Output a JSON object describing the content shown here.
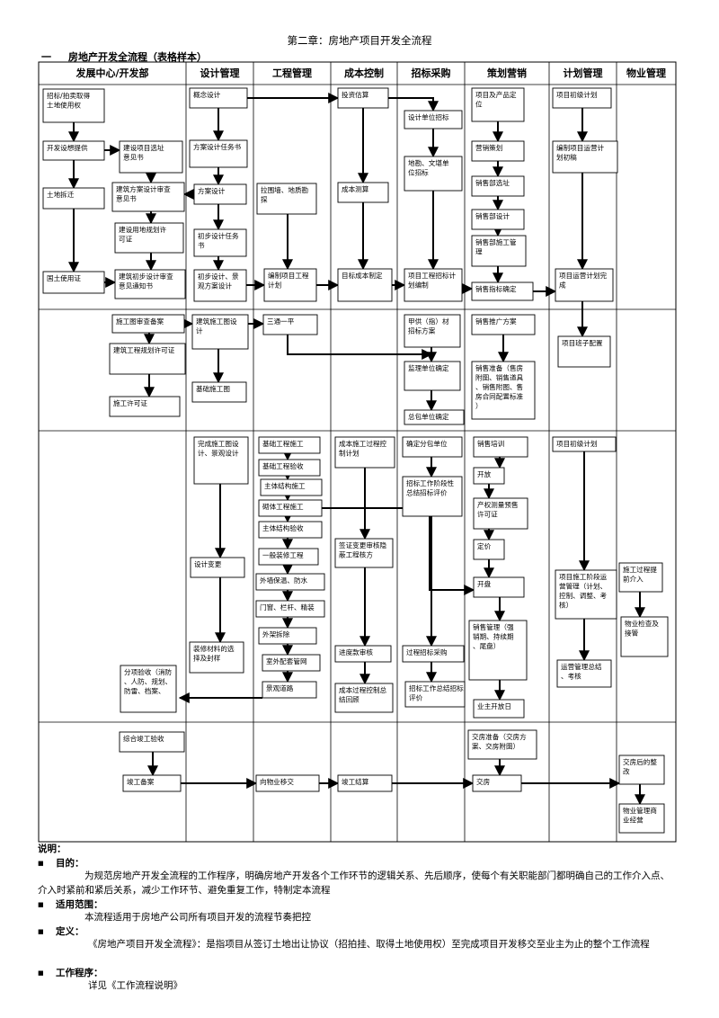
{
  "title": "第二章：房地产项目开发全流程",
  "section": {
    "number": "一",
    "label": "房地产开发全流程（表格样本）"
  },
  "columns": [
    "发展中心/开发部",
    "设计管理",
    "工程管理",
    "成本控制",
    "招标采购",
    "策划营销",
    "计划管理",
    "物业管理"
  ],
  "boxes": [
    {
      "id": "b1",
      "text": "招标/拍卖取得土地使用权"
    },
    {
      "id": "b2",
      "text": "开发设想提供"
    },
    {
      "id": "b3",
      "text": "建设项目选址意见书"
    },
    {
      "id": "b4",
      "text": "土地拆迁"
    },
    {
      "id": "b5",
      "text": "建筑方案设计审查意见书"
    },
    {
      "id": "b6",
      "text": "建设用地规划许可证"
    },
    {
      "id": "b7",
      "text": "国土使用证"
    },
    {
      "id": "b8",
      "text": "建筑初步设计审查意见通知书"
    },
    {
      "id": "b9",
      "text": "概念设计"
    },
    {
      "id": "b10",
      "text": "方案设计任务书"
    },
    {
      "id": "b11",
      "text": "方案设计"
    },
    {
      "id": "b12",
      "text": "初步设计任务书"
    },
    {
      "id": "b13",
      "text": "初步设计、景观方案设计"
    },
    {
      "id": "b14",
      "text": "拉围墙、地质勘探"
    },
    {
      "id": "b15",
      "text": "编制项目工程计划"
    },
    {
      "id": "b16",
      "text": "投资估算"
    },
    {
      "id": "b17",
      "text": "成本测算"
    },
    {
      "id": "b18",
      "text": "目标成本制定"
    },
    {
      "id": "b19",
      "text": "设计单位招标"
    },
    {
      "id": "b20",
      "text": "地勘、文堪单位招标"
    },
    {
      "id": "b21",
      "text": "项目工程招标计划编制"
    },
    {
      "id": "b22",
      "text": "项目及产品定位"
    },
    {
      "id": "b23",
      "text": "营销策划"
    },
    {
      "id": "b24",
      "text": "销售部选址"
    },
    {
      "id": "b25",
      "text": "销售部设计"
    },
    {
      "id": "b26",
      "text": "销售部施工管理"
    },
    {
      "id": "b27",
      "text": "销售指标确定"
    },
    {
      "id": "b28",
      "text": "项目初级计划"
    },
    {
      "id": "b29",
      "text": "编制项目运营计划初稿"
    },
    {
      "id": "b30",
      "text": "项目运营计划完成"
    },
    {
      "id": "b31",
      "text": "施工图审查备案"
    },
    {
      "id": "b32",
      "text": "建筑工程规划许可证"
    },
    {
      "id": "b33",
      "text": "施工许可证"
    },
    {
      "id": "b34",
      "text": "建筑施工图设计"
    },
    {
      "id": "b35",
      "text": "基础施工图"
    },
    {
      "id": "b36",
      "text": "三通一平"
    },
    {
      "id": "b37",
      "text": "甲供（指）材招标方案"
    },
    {
      "id": "b38",
      "text": "监理单位确定"
    },
    {
      "id": "b39",
      "text": "总包单位确定"
    },
    {
      "id": "b40",
      "text": "销售推广方案"
    },
    {
      "id": "b41",
      "text": "销售准备（售房附图、销售道具、销售附图、售房合同配置标准）"
    },
    {
      "id": "b42",
      "text": "项目班子配置"
    },
    {
      "id": "b43",
      "text": "完成施工图设计、景观设计"
    },
    {
      "id": "b44",
      "text": "设计变更"
    },
    {
      "id": "b45",
      "text": "装修材料的选择及封样"
    },
    {
      "id": "b46",
      "text": "分项验收（消防、人防、规划、防雷、档案、"
    },
    {
      "id": "b47",
      "text": "基础工程施工"
    },
    {
      "id": "b48",
      "text": "基础工程验收"
    },
    {
      "id": "b49",
      "text": "主体结构施工"
    },
    {
      "id": "b50",
      "text": "砌体工程施工"
    },
    {
      "id": "b51",
      "text": "主体结构验收"
    },
    {
      "id": "b52",
      "text": "一般装修工程"
    },
    {
      "id": "b53",
      "text": "外墙保温、防水"
    },
    {
      "id": "b54",
      "text": "门窗、栏杆、精装"
    },
    {
      "id": "b55",
      "text": "外架拆除"
    },
    {
      "id": "b56",
      "text": "室外配套管网"
    },
    {
      "id": "b57",
      "text": "景观道路"
    },
    {
      "id": "b58",
      "text": "成本施工过程控制计划"
    },
    {
      "id": "b59",
      "text": "签证变更审核隐蔽工程核方"
    },
    {
      "id": "b60",
      "text": "进度款审核"
    },
    {
      "id": "b61",
      "text": "成本过程控制总结回顾"
    },
    {
      "id": "b62",
      "text": "确定分包单位"
    },
    {
      "id": "b63",
      "text": "招标工作阶段性总结招标评价"
    },
    {
      "id": "b64",
      "text": "过程招标采购"
    },
    {
      "id": "b65",
      "text": "招标工作总结招标评价"
    },
    {
      "id": "b66",
      "text": "销售培训"
    },
    {
      "id": "b67",
      "text": "开放"
    },
    {
      "id": "b68",
      "text": "产权测量预售许可证"
    },
    {
      "id": "b69",
      "text": "定价"
    },
    {
      "id": "b70",
      "text": "开盘"
    },
    {
      "id": "b71",
      "text": "销售管理（强销期、持续期、尾盘）"
    },
    {
      "id": "b72",
      "text": "业主开放日"
    },
    {
      "id": "b73",
      "text": "项目初级计划"
    },
    {
      "id": "b74",
      "text": "项目施工阶段运营管理（计划、控制、调整、考核）"
    },
    {
      "id": "b75",
      "text": "运营管理总结、考核"
    },
    {
      "id": "b76",
      "text": "施工过程提前介入"
    },
    {
      "id": "b77",
      "text": "物业检查及接管"
    },
    {
      "id": "b78",
      "text": "综合竣工验收"
    },
    {
      "id": "b79",
      "text": "竣工备案"
    },
    {
      "id": "b80",
      "text": "向物业移交"
    },
    {
      "id": "b81",
      "text": "竣工结算"
    },
    {
      "id": "b82",
      "text": "交房准备（交房方案、交房附图）"
    },
    {
      "id": "b83",
      "text": "交房"
    },
    {
      "id": "b84",
      "text": "交房后的整改"
    },
    {
      "id": "b85",
      "text": "物业管理商业经营"
    }
  ],
  "notes": {
    "heading": "说明：",
    "items": [
      {
        "label": "目的：",
        "text": "为规范房地产开发全流程的工作程序，明确房地产开发各个工作环节的逻辑关系、先后顺序，使每个有关职能部门都明确自己的工作介入点、介入时紧前和紧后关系，减少工作环节、避免重复工作，特制定本流程"
      },
      {
        "label": "适用范围：",
        "text": "本流程适用于房地产公司所有项目开发的流程节奏把控"
      },
      {
        "label": "定义：",
        "text": "《房地产项目开发全流程》：是指项目从签订土地出让协议（招拍挂、取得土地使用权）至完成项目开发移交至业主为止的整个工作流程"
      },
      {
        "label": "工作程序：",
        "text": "详见《工作流程说明》"
      }
    ]
  }
}
